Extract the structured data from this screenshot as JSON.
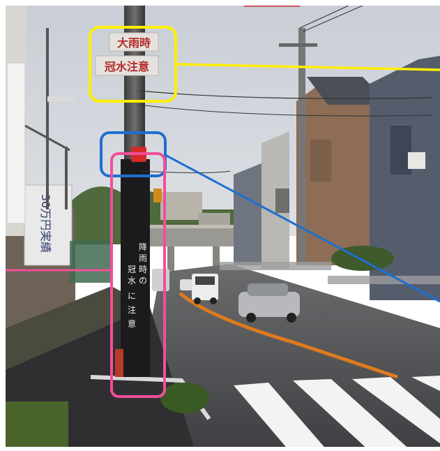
{
  "photo": {
    "top_sign_line1": "大雨時",
    "top_sign_line2": "冠水注意",
    "pole_sign_chars": [
      "降",
      "雨",
      "時",
      "の",
      "冠",
      "水",
      "に",
      "注",
      "意"
    ],
    "billboard_text": "30万円実績"
  },
  "annotations": {
    "yellow_color": "#ffee00",
    "blue_color": "#1d6fd0",
    "pink_color": "#f04f9a"
  }
}
